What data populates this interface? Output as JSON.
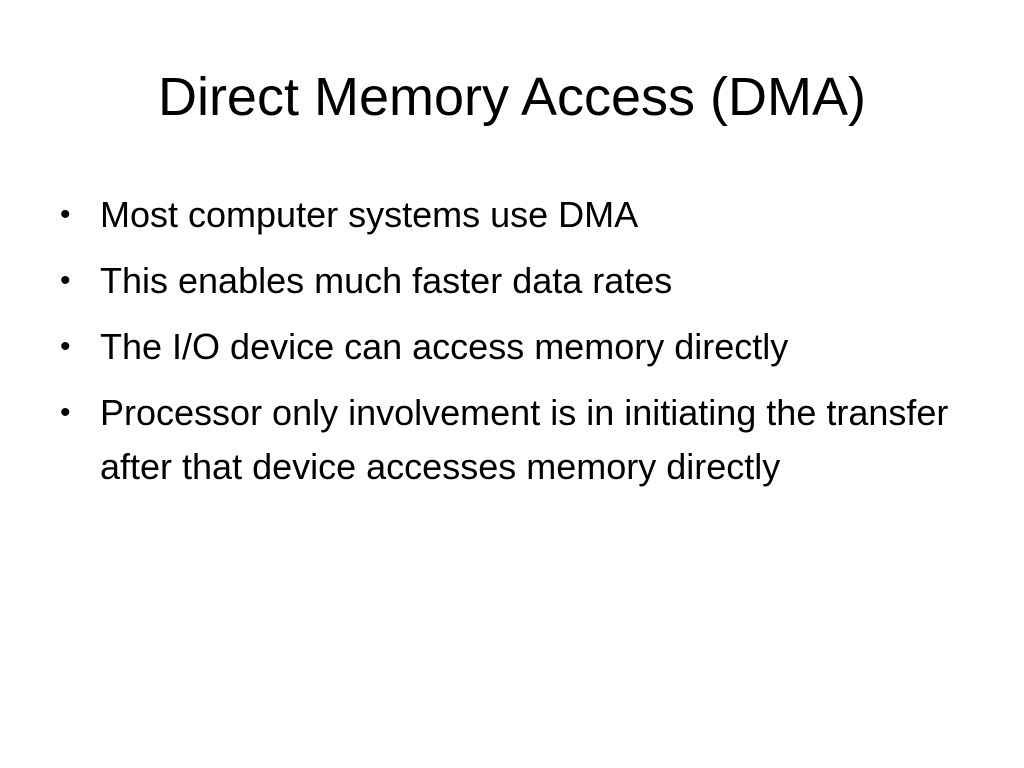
{
  "slide": {
    "title": "Direct Memory Access (DMA)",
    "bullet_symbol": "•",
    "bullets": [
      "Most computer systems use DMA",
      "This enables much faster data rates",
      "The I/O device can access memory directly",
      "Processor only involvement is in initiating the transfer after that device accesses memory directly"
    ]
  }
}
